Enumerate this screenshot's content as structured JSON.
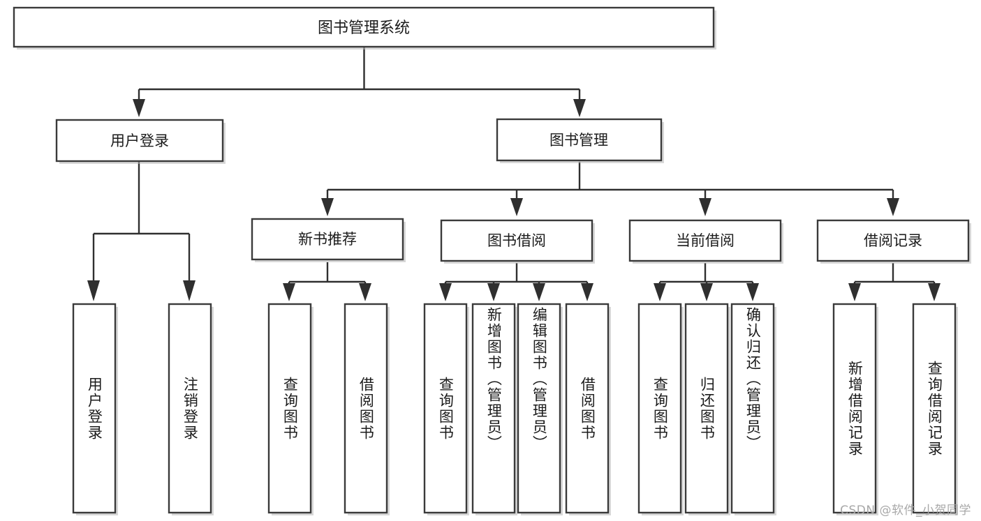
{
  "diagram": {
    "title": "图书管理系统",
    "type": "tree",
    "orientation": "top-down",
    "colors": {
      "box_stroke": "#3a3a3a",
      "box_fill": "#ffffff",
      "connector": "#2f2f2f",
      "text": "#1b1b1b",
      "background": "#ffffff",
      "watermark": "#a8a8a8"
    },
    "root": {
      "label": "图书管理系统",
      "id": "root"
    },
    "level1": [
      {
        "id": "user-login",
        "label": "用户登录"
      },
      {
        "id": "book-management",
        "label": "图书管理"
      }
    ],
    "level2": [
      {
        "id": "new-book-recommend",
        "label": "新书推荐",
        "parent": "book-management"
      },
      {
        "id": "book-borrow",
        "label": "图书借阅",
        "parent": "book-management"
      },
      {
        "id": "current-borrow",
        "label": "当前借阅",
        "parent": "book-management"
      },
      {
        "id": "borrow-record",
        "label": "借阅记录",
        "parent": "book-management"
      }
    ],
    "leaves": {
      "user-login": [
        {
          "id": "leaf-user-login",
          "label": "用户登录"
        },
        {
          "id": "leaf-logout",
          "label": "注销登录"
        }
      ],
      "new-book-recommend": [
        {
          "id": "leaf-query-book-1",
          "label": "查询图书"
        },
        {
          "id": "leaf-borrow-book-1",
          "label": "借阅图书"
        }
      ],
      "book-borrow": [
        {
          "id": "leaf-query-book-2",
          "label": "查询图书"
        },
        {
          "id": "leaf-add-book",
          "label": "新增图书（管理员）"
        },
        {
          "id": "leaf-edit-book",
          "label": "编辑图书（管理员）"
        },
        {
          "id": "leaf-borrow-book-2",
          "label": "借阅图书"
        }
      ],
      "current-borrow": [
        {
          "id": "leaf-query-book-3",
          "label": "查询图书"
        },
        {
          "id": "leaf-return-book",
          "label": "归还图书"
        },
        {
          "id": "leaf-confirm-return",
          "label": "确认归还（管理员）"
        }
      ],
      "borrow-record": [
        {
          "id": "leaf-add-record",
          "label": "新增借阅记录"
        },
        {
          "id": "leaf-query-record",
          "label": "查询借阅记录"
        }
      ]
    },
    "watermark": "CSDN @软件_小贺同学"
  }
}
